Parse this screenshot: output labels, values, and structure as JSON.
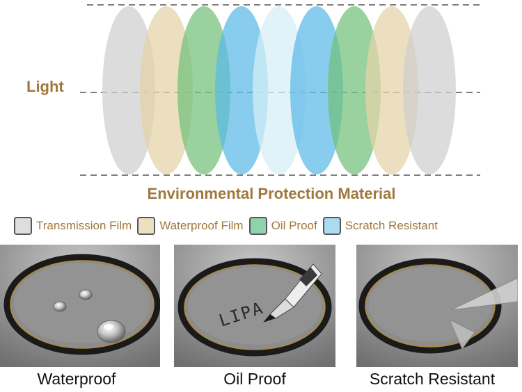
{
  "diagram": {
    "light_label": "Light",
    "material_label": "Environmental Protection Material",
    "layer_sequence": [
      "transmission",
      "waterproof",
      "oil",
      "scratch",
      "clear",
      "scratch",
      "oil",
      "waterproof",
      "transmission"
    ],
    "layer_colors": {
      "transmission": "#cfcfcf",
      "waterproof": "#e5d3a8",
      "oil": "#72c07a",
      "scratch": "#5ab9e8",
      "clear": "#d6eff5"
    }
  },
  "legend": {
    "items": [
      {
        "label": "Transmission Film",
        "color": "#dedede"
      },
      {
        "label": "Waterproof Film",
        "color": "#ece0c0"
      },
      {
        "label": "Oil Proof",
        "color": "#8fd3ac"
      },
      {
        "label": "Scratch Resistant",
        "color": "#a9dcf2"
      }
    ]
  },
  "photos": [
    {
      "caption": "Waterproof"
    },
    {
      "caption": "Oil Proof",
      "written_text": "LIPA"
    },
    {
      "caption": "Scratch Resistant"
    }
  ]
}
